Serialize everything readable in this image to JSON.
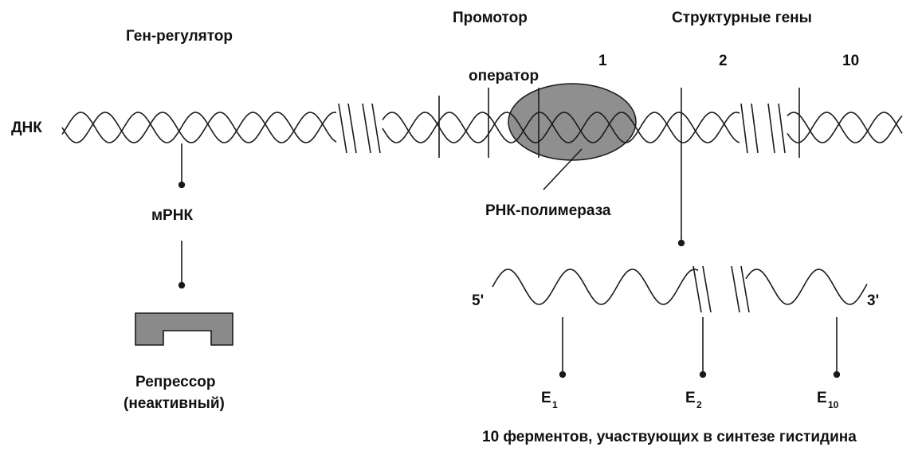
{
  "diagram": {
    "dna_label": "ДНК",
    "regulator_gene": "Ген-регулятор",
    "promoter": "Промотор",
    "structural_genes": "Структурные гены",
    "operator": "оператор",
    "gene_numbers": [
      "1",
      "2",
      "10"
    ],
    "rna_polymerase": "РНК-полимераза",
    "mrna": "мРНК",
    "repressor_line1": "Репрессор",
    "repressor_line2": "(неактивный)",
    "five_prime": "5'",
    "three_prime": "3'",
    "enzymes": [
      {
        "letter": "E",
        "sub": "1"
      },
      {
        "letter": "E",
        "sub": "2"
      },
      {
        "letter": "E",
        "sub": "10"
      }
    ],
    "caption": "10 ферментов, участвующих в синтезе гистидина"
  },
  "colors": {
    "ink": "#1a1a1a",
    "polymerase_fill": "#8f8f8f",
    "repressor_fill": "#8a8a8a"
  }
}
